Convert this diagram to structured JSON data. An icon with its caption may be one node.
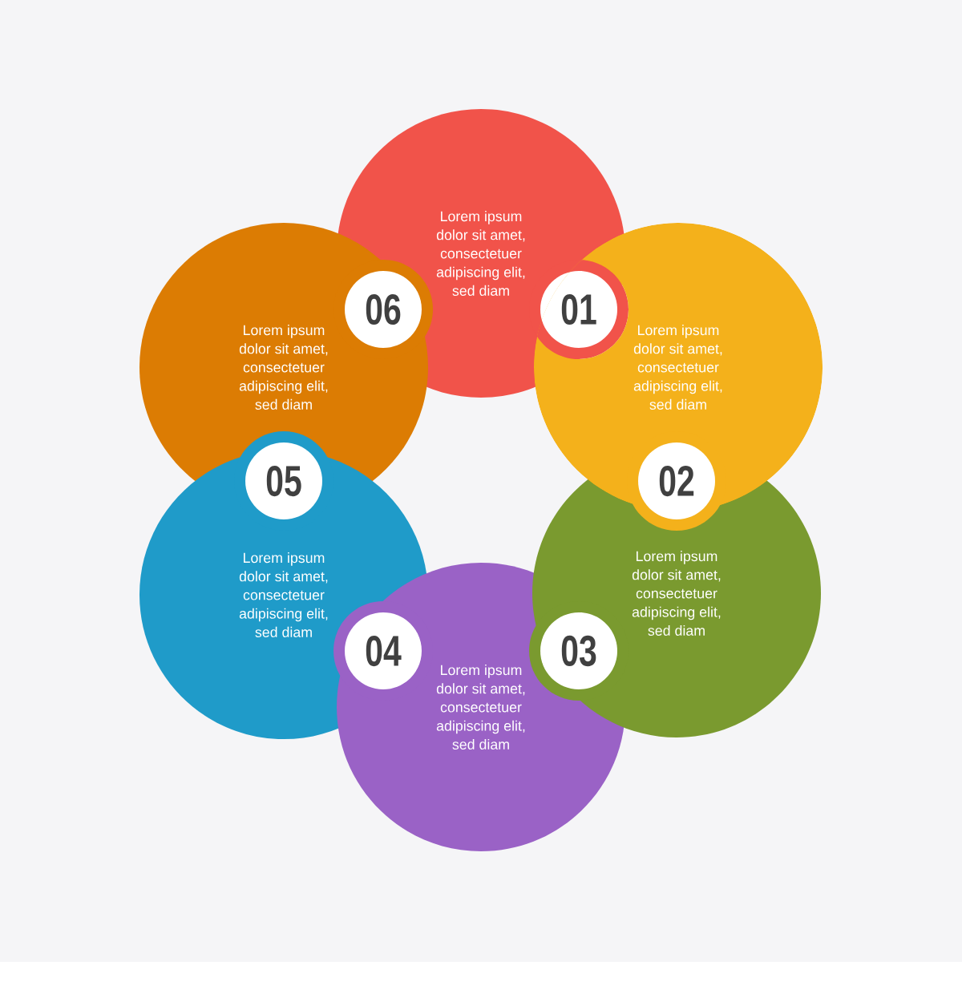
{
  "diagram": {
    "nodes": [
      {
        "text": [
          "01"
        ]
      },
      {
        "text": [
          "Lorem ipsum dolor sit amet, consectetuer adipiscing elit, sed diam"
        ]
      },
      {
        "text": [
          "02"
        ]
      },
      {
        "text": [
          "Lorem ipsum dolor sit amet, consectetuer adipiscing elit, sed diam"
        ]
      },
      {
        "text": [
          "03"
        ]
      },
      {
        "text": [
          "Lorem ipsum dolor sit amet, consectetuer adipiscing elit, sed diam"
        ]
      },
      {
        "text": [
          "04"
        ]
      },
      {
        "text": [
          "Lorem ipsum dolor sit amet, consectetuer adipiscing elit, sed diam"
        ]
      },
      {
        "text": [
          "05"
        ]
      },
      {
        "text": [
          "Lorem ipsum dolor sit amet, consectetuer adipiscing elit, sed diam"
        ]
      },
      {
        "text": [
          "06"
        ]
      },
      {
        "text": [
          "Lorem ipsum dolor sit amet, consectetuer adipiscing elit, sed diam"
        ]
      }
    ]
  }
}
